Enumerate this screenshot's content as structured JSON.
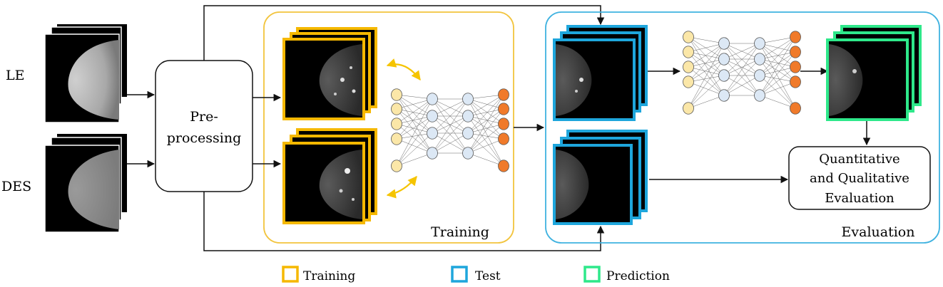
{
  "inputs": {
    "le_label": "LE",
    "des_label": "DES"
  },
  "preprocess": {
    "line1": "Pre-",
    "line2": "processing"
  },
  "training_panel": {
    "label": "Training"
  },
  "evaluation_panel": {
    "label": "Evaluation"
  },
  "evaluation_box": {
    "line1": "Quantitative",
    "line2": "and Qualitative",
    "line3": "Evaluation"
  },
  "legend": [
    {
      "label": "Training",
      "color": "#f5b800"
    },
    {
      "label": "Test",
      "color": "#1ea6dc"
    },
    {
      "label": "Prediction",
      "color": "#2ee88a"
    }
  ],
  "colors": {
    "training_frame": "#f5b800",
    "test_frame": "#1ea6dc",
    "prediction_frame": "#2ee88a",
    "panel_training": "#f2c43d",
    "panel_evaluation": "#3fb2e0",
    "node_input": "#fbe7a8",
    "node_hidden": "#dce8f5",
    "node_output": "#f07a2a",
    "swap_arrow": "#f5c400"
  }
}
